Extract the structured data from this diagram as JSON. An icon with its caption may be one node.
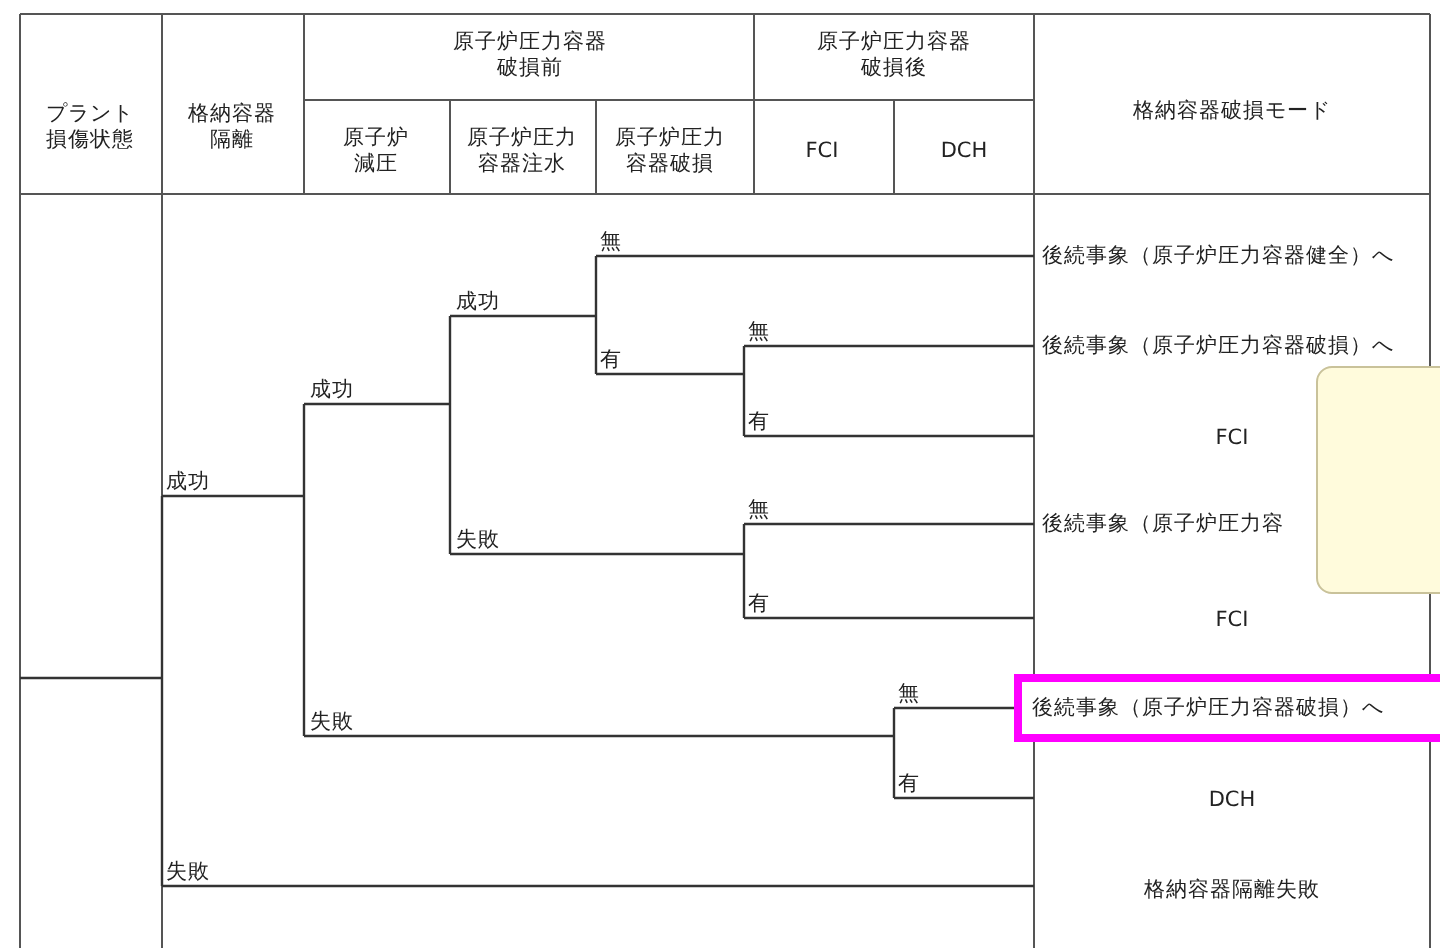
{
  "diagram": {
    "nodes": [
      {
        "text": [
          "後続事象（原子炉圧力容器健全）へ"
        ]
      },
      {
        "text": [
          "後続事象（原子炉圧力容器破損）へ"
        ]
      },
      {
        "text": [
          "FCI"
        ]
      },
      {
        "text": [
          "後続事象（原子炉圧力容"
        ]
      },
      {
        "text": [
          "FCI"
        ]
      },
      {
        "text": [
          "後続事象（原子炉圧力容器破損）へ"
        ]
      },
      {
        "text": [
          "DCH"
        ]
      },
      {
        "text": [
          "格納容器隔離失敗"
        ]
      },
      {
        "text": [],
        "shape": "box"
      }
    ],
    "labels": [
      "プラント損傷状態",
      "格納容器隔離",
      "原子炉圧力容器破損前",
      "原子炉圧力容器破損後",
      "格納容器破損モード",
      "原子炉減圧",
      "原子炉圧力容器注水",
      "原子炉圧力容器破損",
      "FCI",
      "DCH",
      "無",
      "成功",
      "無",
      "有",
      "成功",
      "有",
      "成功",
      "無",
      "失敗",
      "有",
      "無",
      "失敗",
      "有",
      "失敗"
    ]
  }
}
